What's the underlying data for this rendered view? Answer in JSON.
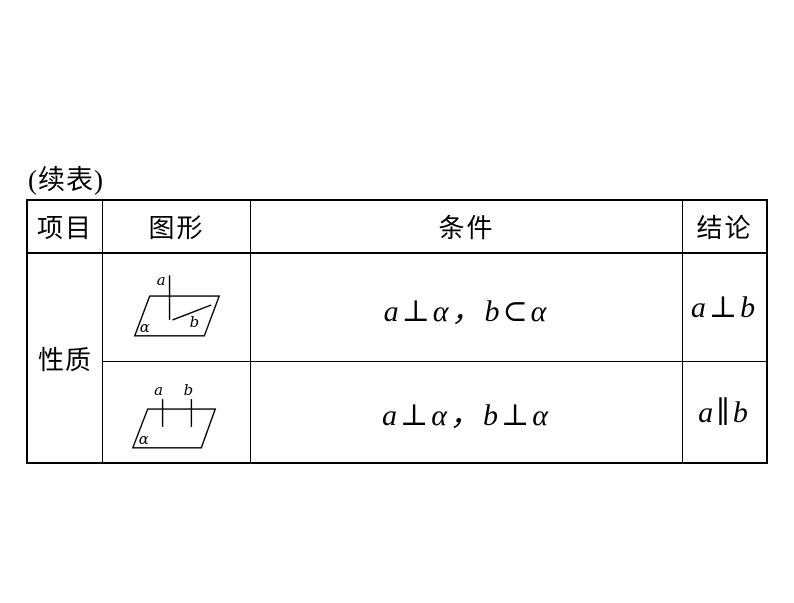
{
  "page": {
    "continued_label": "(续表)"
  },
  "table": {
    "headers": [
      "项目",
      "图形",
      "条件",
      "结论"
    ],
    "row_group_label": "性质",
    "rows": [
      {
        "figure": {
          "a": "a",
          "b": "b",
          "alpha": "α"
        },
        "condition": "a⊥α，b⊂α",
        "conclusion": "a⊥b"
      },
      {
        "figure": {
          "a": "a",
          "b": "b",
          "alpha": "α"
        },
        "condition": "a⊥α，b⊥α",
        "conclusion": "a∥b"
      }
    ]
  },
  "colors": {
    "background": "#ffffff",
    "text": "#000000",
    "border": "#000000"
  }
}
